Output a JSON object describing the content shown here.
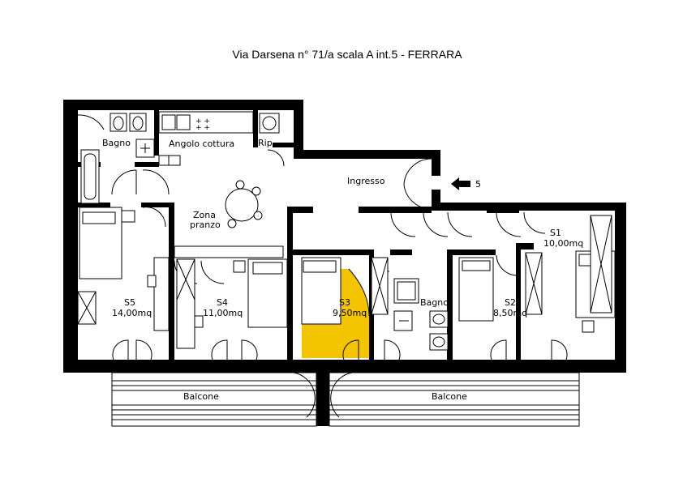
{
  "title": "Via Darsena n° 71/a scala A  int.5 - FERRARA",
  "highlight_color": "#f5c400",
  "rooms": {
    "bagno_1": "Bagno",
    "angolo_cottura": "Angolo  cottura",
    "ripostiglio": "Rip.",
    "ingresso": "Ingresso",
    "zona_pranzo_1": "Zona",
    "zona_pranzo_2": "pranzo",
    "s5_name": "S5",
    "s5_area": "14,00mq",
    "s4_name": "S4",
    "s4_area": "11,00mq",
    "s3_name": "S3",
    "s3_area": "9,50mq",
    "bagno_2": "Bagno",
    "s2_name": "S2",
    "s2_area": "8,50mq",
    "s1_name": "S1",
    "s1_area": "10,00mq",
    "balcone_1": "Balcone",
    "balcone_2": "Balcone"
  },
  "entrance_marker": "5"
}
